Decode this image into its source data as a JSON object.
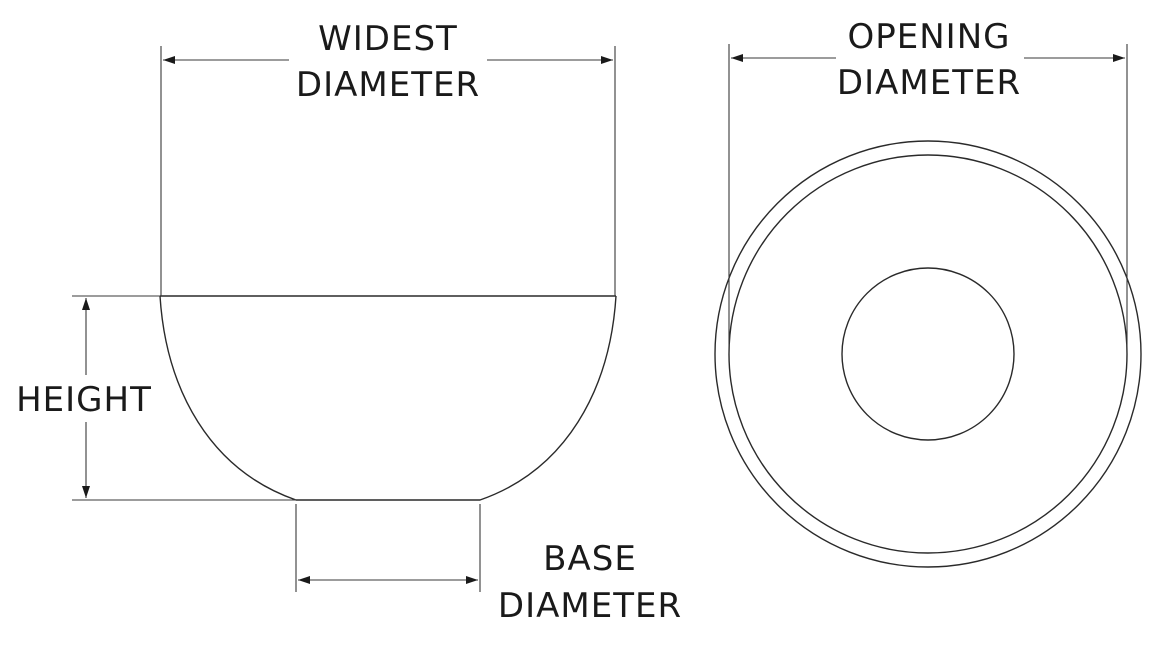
{
  "labels": {
    "widest_line1": "WIDEST",
    "widest_line2": "DIAMETER",
    "opening_line1": "OPENING",
    "opening_line2": "DIAMETER",
    "height": "HEIGHT",
    "base_line1": "BASE",
    "base_line2": "DIAMETER"
  },
  "colors": {
    "line": "#2a2a2a",
    "text": "#1a1a1a",
    "background": "#ffffff"
  }
}
